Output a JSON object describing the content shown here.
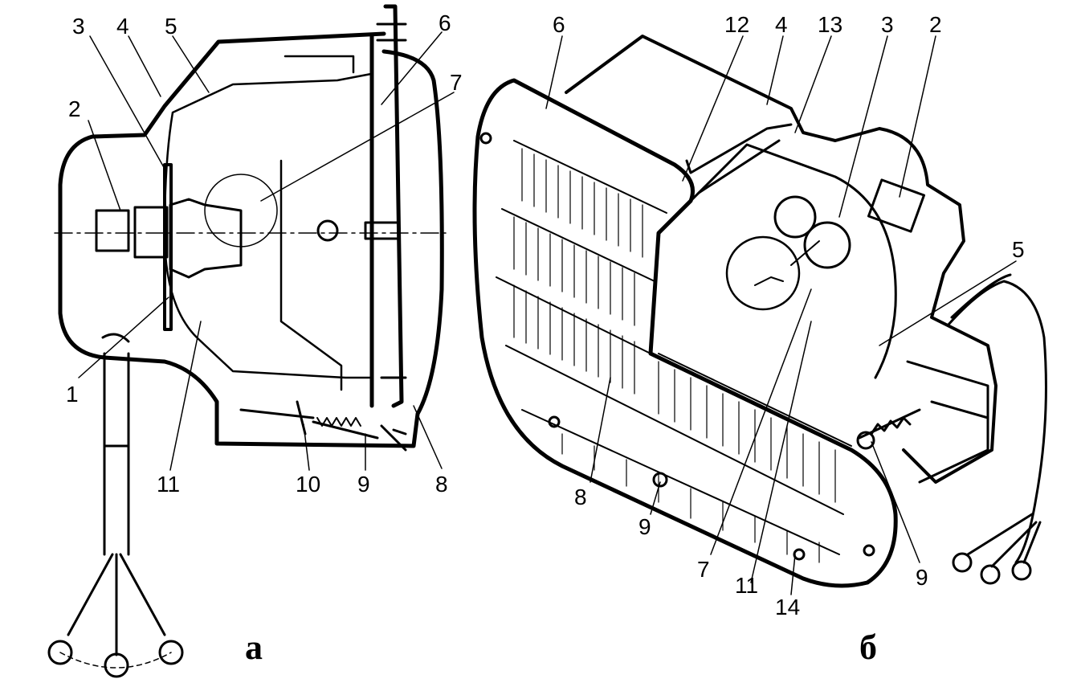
{
  "views": {
    "a": {
      "panel_label": "а",
      "callouts": [
        "1",
        "2",
        "3",
        "4",
        "5",
        "6",
        "7",
        "8",
        "9",
        "10",
        "11"
      ]
    },
    "b": {
      "panel_label": "б",
      "callouts": [
        "2",
        "3",
        "4",
        "5",
        "6",
        "7",
        "8",
        "9",
        "9",
        "11",
        "12",
        "13",
        "14"
      ]
    }
  },
  "colors": {
    "ink": "#000000",
    "paper": "#ffffff"
  }
}
